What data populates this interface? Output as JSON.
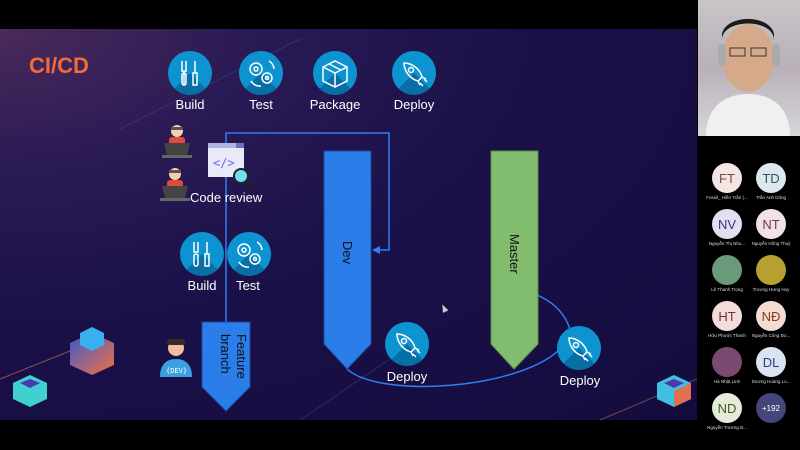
{
  "slide": {
    "title": "CI/CD",
    "pipeline": [
      {
        "label": "Build",
        "icon": "tools-icon"
      },
      {
        "label": "Test",
        "icon": "gears-icon"
      },
      {
        "label": "Package",
        "icon": "package-icon"
      },
      {
        "label": "Deploy",
        "icon": "rocket-icon"
      }
    ],
    "code_review_label": "Code review",
    "feature_steps": [
      {
        "label": "Build",
        "icon": "tools-icon"
      },
      {
        "label": "Test",
        "icon": "gears-icon"
      }
    ],
    "branches": {
      "feature": "Feature branch",
      "dev": "Dev",
      "master": "Master"
    },
    "deploy_dev_label": "Deploy",
    "deploy_master_label": "Deploy",
    "dev_badge": "{DEV}",
    "colors": {
      "title": "#f06a3a",
      "branch_blue": "#2b7de9",
      "master_green": "#82bd6f",
      "icon_blue": "#0d94d0",
      "arrow": "#2f7ff0"
    }
  },
  "meeting": {
    "participants": [
      {
        "initials": "FT",
        "name": "Fossil_ Hiền Trần (...",
        "bg": "#f3e6e4",
        "fg": "#7a4a3e"
      },
      {
        "initials": "TD",
        "name": "Trần Anh Dũng",
        "bg": "#dbe9ee",
        "fg": "#2e5566"
      },
      {
        "initials": "NV",
        "name": "Nguyễn Thị Nhu...",
        "bg": "#e2dff2",
        "fg": "#3c3580"
      },
      {
        "initials": "NT",
        "name": "Nguyễn Hồng Thuỷ",
        "bg": "#f3e1ea",
        "fg": "#7a2f52"
      },
      {
        "initials": "",
        "name": "Lê Thanh Trọng",
        "bg": "#6a9a7a",
        "fg": "#fff",
        "photo": true
      },
      {
        "initials": "",
        "name": "Trương Hưng Huy",
        "bg": "#b8a030",
        "fg": "#fff",
        "photo": true
      },
      {
        "initials": "HT",
        "name": "Hữu Phước Thanh",
        "bg": "#f2dcdc",
        "fg": "#7a2e2e"
      },
      {
        "initials": "NĐ",
        "name": "Nguyễn Công Đo...",
        "bg": "#f4dcd2",
        "fg": "#8a3a22"
      },
      {
        "initials": "",
        "name": "Hà Nhật Linh",
        "bg": "#7a4a70",
        "fg": "#fff",
        "photo": true
      },
      {
        "initials": "DL",
        "name": "Dương Hoàng Lo...",
        "bg": "#dbe3f2",
        "fg": "#2a3f70"
      },
      {
        "initials": "ND",
        "name": "Nguyễn Trương B...",
        "bg": "#e4ecd8",
        "fg": "#3f5a2a"
      },
      {
        "initials": "+192",
        "name": "",
        "bg": "#45457a",
        "fg": "#fff"
      }
    ]
  }
}
